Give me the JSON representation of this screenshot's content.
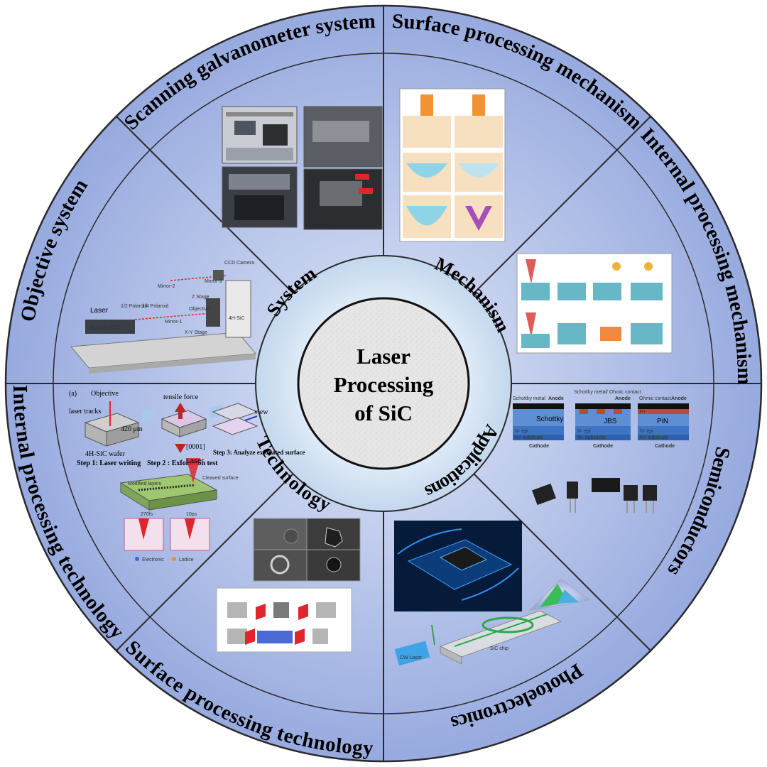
{
  "center": {
    "line1": "Laser",
    "line2": "Processing",
    "line3": "of SiC"
  },
  "categories": {
    "system": "System",
    "mechanism": "Mechanism",
    "technology": "Technology",
    "applications": "Applications"
  },
  "sectors": {
    "scanning_galvanometer": "Scanning galvanometer system",
    "surface_mechanism": "Surface processing mechanism",
    "internal_mechanism": "Internal processing mechanism",
    "objective_system": "Objective system",
    "internal_technology": "Internal processing technology",
    "surface_technology": "Surface processing technology",
    "semiconductors": "Semiconductors",
    "photoelectronics": "Photoelectronics"
  },
  "objective_setup": {
    "laser": "Laser",
    "polaroid_half": "1/2 Polaroid",
    "polaroid_quarter": "1/4 Polaroid",
    "mirror1": "Mirror-1",
    "mirror2": "Mirror-2",
    "mirror3": "Mirror-3",
    "ccd": "CCD Camera",
    "z_stage": "Z Stage",
    "objective": "Objective",
    "xy_stage": "X-Y Stage",
    "sample": "4H-SiC",
    "laser_model": "Monaco 1035"
  },
  "internal_tech": {
    "panel": "(a)",
    "objective": "Objective",
    "laser_tracks": "laser tracks",
    "thickness": "420 μm",
    "wafer": "4H-SiC wafer",
    "tensile": "tensile force",
    "direction": "[0001]",
    "view": "view",
    "step1": "Step 1: Laser writing",
    "step2": "Step 2 : Exfoliation test",
    "step3": "Step 3: Analyze exfoliated surface",
    "laser": "Laser",
    "cleaved": "Cleaved surface",
    "modified": "Modified layers",
    "fs": "270fs",
    "ps": "10ps",
    "electronic": "Electronic",
    "lattice": "Lattice"
  },
  "semiconductor_devices": {
    "schottky_metal": "Schottky metal",
    "anode": "Anode",
    "schottky": "Schottky",
    "n_epi": "N- epi",
    "n_sub": "N+ substrate",
    "cathode": "Cathode",
    "schottky_ohmic": "Schottky metal/ Ohmic contact",
    "p_plus": "P+",
    "jbs": "JBS",
    "ohmic": "Ohmic contact",
    "pin": "PiN"
  },
  "photo": {
    "cw_laser": "CW Laser",
    "sic_chip": "SiC chip"
  },
  "colors": {
    "outer_ring": "#a9b8e6",
    "ring_stroke": "#2a2a2a",
    "category_ring": "#cfe0f2",
    "center_fill": "#e2e2e2"
  }
}
